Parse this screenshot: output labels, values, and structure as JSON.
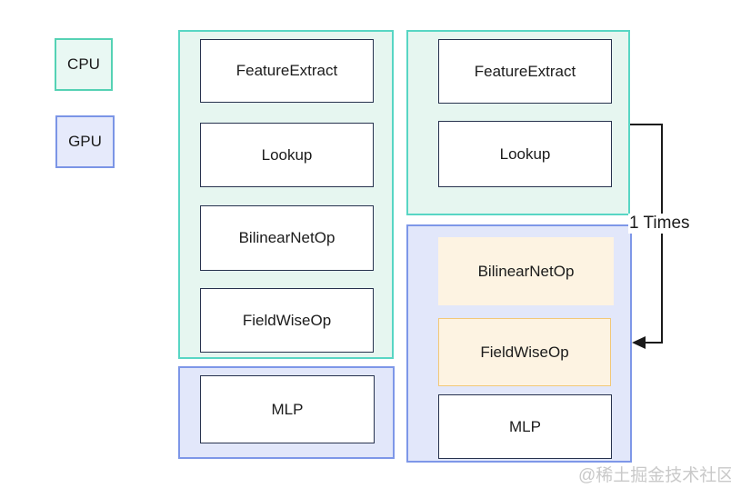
{
  "legend": {
    "cpu_label": "CPU",
    "gpu_label": "GPU"
  },
  "left_pipeline": {
    "cpu_ops": [
      "FeatureExtract",
      "Lookup",
      "BilinearNetOp",
      "FieldWiseOp"
    ],
    "gpu_ops": [
      "MLP"
    ]
  },
  "right_pipeline": {
    "cpu_ops": [
      "FeatureExtract",
      "Lookup"
    ],
    "gpu_ops": [
      "BilinearNetOp",
      "FieldWiseOp",
      "MLP"
    ]
  },
  "loop": {
    "label": "1 Times"
  },
  "watermark": "@稀土掘金技术社区",
  "colors": {
    "cpu_border": "#55d2b4",
    "cpu_fill": "#e6f6f0",
    "gpu_border": "#7b95e6",
    "gpu_fill": "#e2e7fa",
    "op_box_border": "#27324e",
    "highlight_fill": "#fdf3e2",
    "highlight_border": "#f2c878",
    "arrow": "#1a1a1a",
    "watermark_text": "#c9c9c9"
  }
}
